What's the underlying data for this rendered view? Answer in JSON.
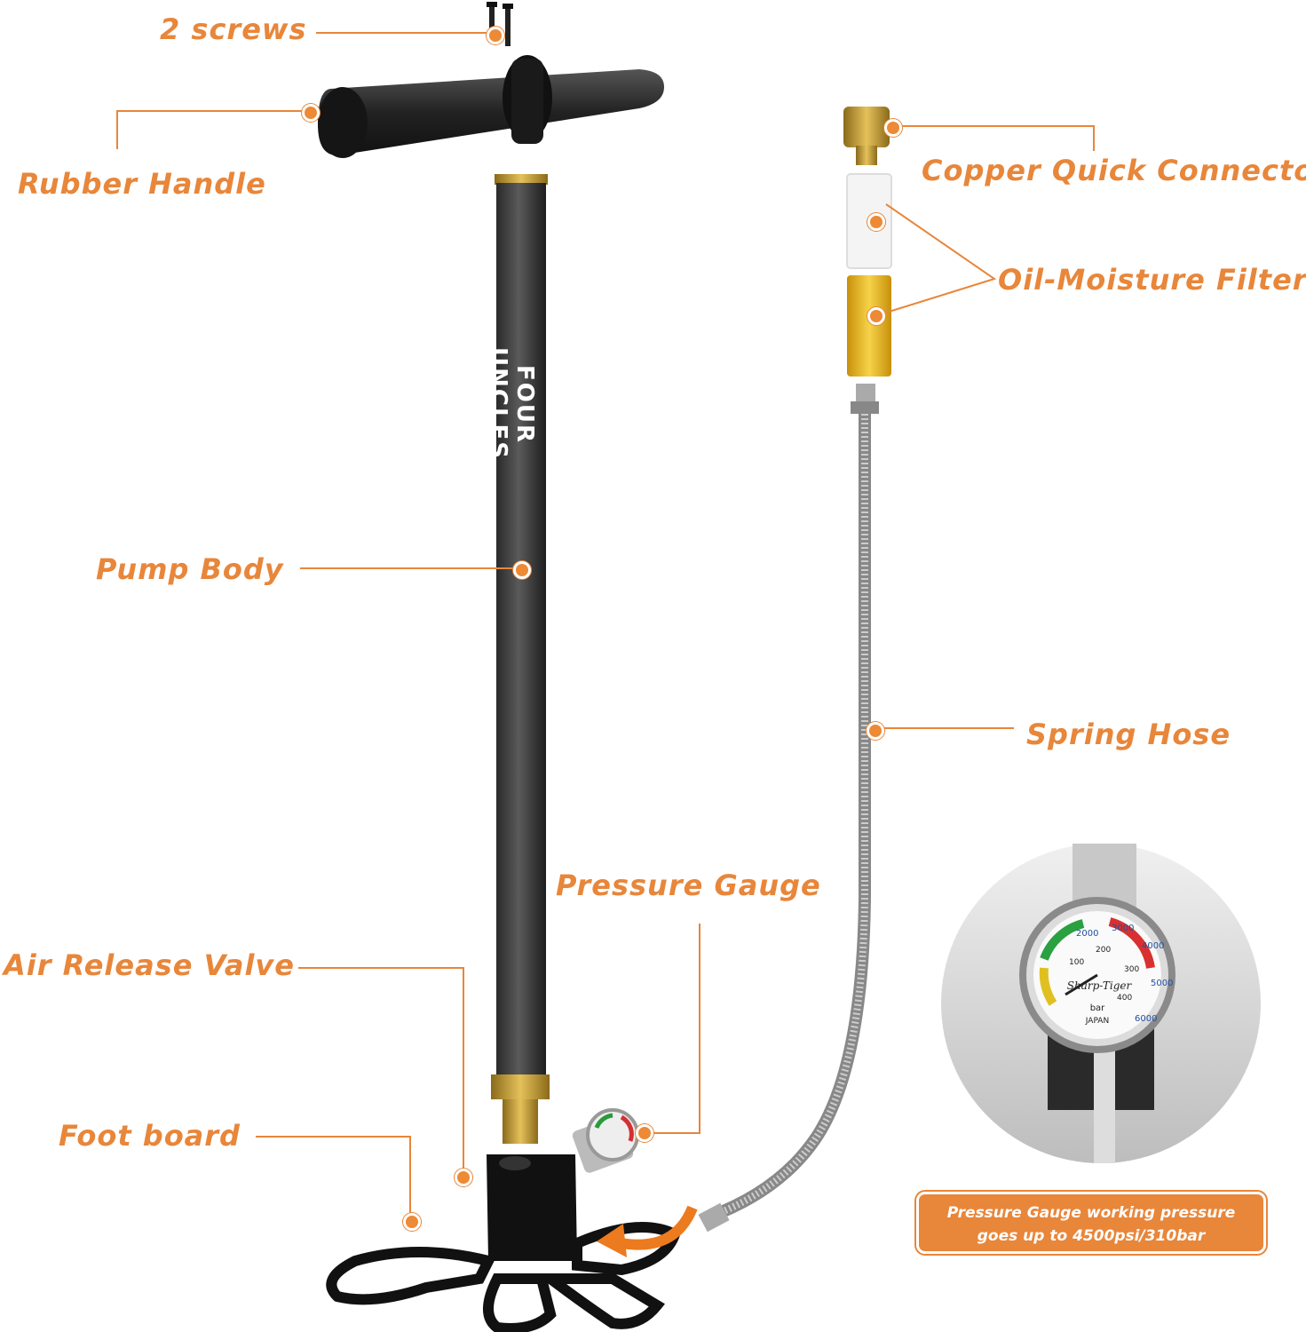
{
  "labels": {
    "screws": "2 screws",
    "rubber_handle": "Rubber Handle",
    "copper_connector": "Copper Quick Connector",
    "oil_filter": "Oil-Moisture Filter",
    "pump_body": "Pump Body",
    "spring_hose": "Spring Hose",
    "pressure_gauge": "Pressure Gauge",
    "air_release_valve": "Air Release Valve",
    "foot_board": "Foot board"
  },
  "brand": "FOUR UNCLES",
  "callout": {
    "line1": "Pressure Gauge working pressure",
    "line2": "goes up to 4500psi/310bar"
  },
  "gauge": {
    "brand": "Sharp-Tiger",
    "origin": "JAPAN",
    "unit": "bar",
    "psi_ticks": [
      "2000",
      "3000",
      "4000",
      "5000",
      "6000"
    ],
    "bar_ticks": [
      "100",
      "200",
      "300",
      "400"
    ]
  },
  "colors": {
    "accent": "#e8863a",
    "pump_body": "#3a3a3a",
    "brass": "#c9a23a",
    "filter_yellow": "#e8b820"
  }
}
